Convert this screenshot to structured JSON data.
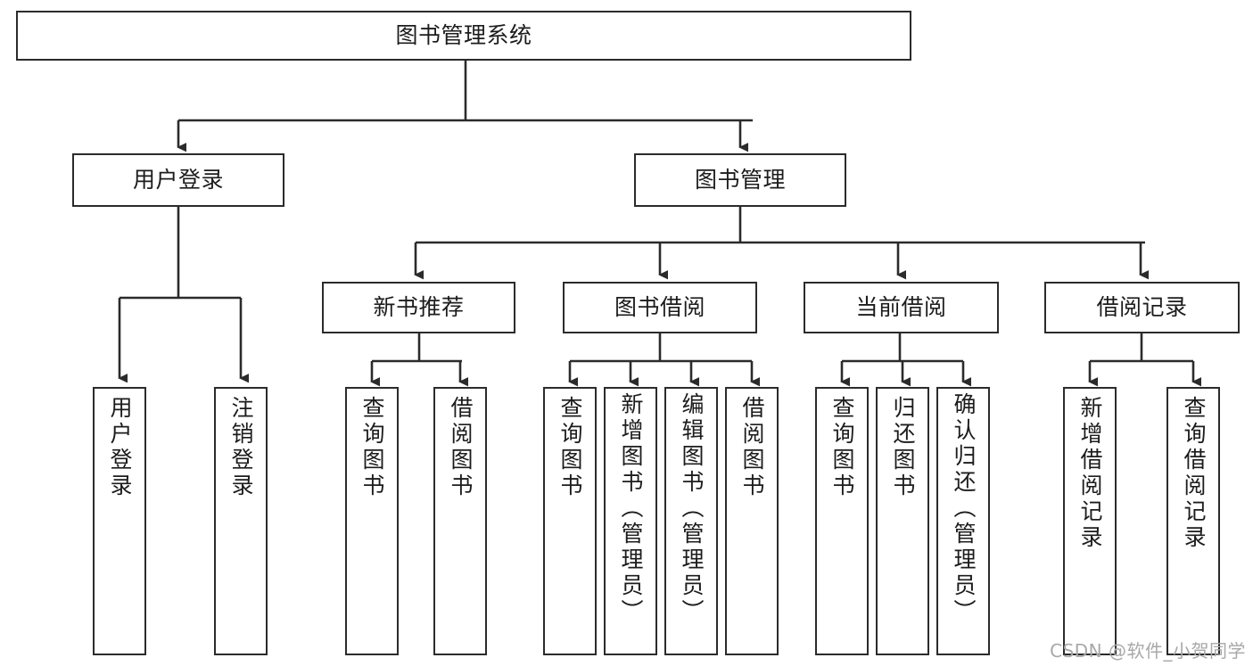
{
  "diagram": {
    "title": "图书管理系统",
    "type": "hierarchy-tree",
    "watermark": "CSDN @软件_小贺同学",
    "colors": {
      "box_border": "#2b2b2b",
      "box_fill": "#ffffff",
      "edge": "#2b2b2b",
      "text": "#1c1c1c",
      "watermark": "#a8a8a8",
      "background": "#ffffff"
    },
    "nodes": {
      "root": {
        "label": "图书管理系统",
        "orientation": "horizontal"
      },
      "level2": [
        {
          "label": "用户登录",
          "orientation": "horizontal"
        },
        {
          "label": "图书管理",
          "orientation": "horizontal"
        }
      ],
      "level3": [
        {
          "label": "新书推荐",
          "orientation": "horizontal"
        },
        {
          "label": "图书借阅",
          "orientation": "horizontal"
        },
        {
          "label": "当前借阅",
          "orientation": "horizontal"
        },
        {
          "label": "借阅记录",
          "orientation": "horizontal"
        }
      ],
      "leaves": {
        "user_login": [
          {
            "label": "用户登录",
            "orientation": "vertical"
          },
          {
            "label": "注销登录",
            "orientation": "vertical"
          }
        ],
        "new_book_recommend": [
          {
            "label": "查询图书",
            "orientation": "vertical"
          },
          {
            "label": "借阅图书",
            "orientation": "vertical"
          }
        ],
        "book_borrow": [
          {
            "label": "查询图书",
            "orientation": "vertical"
          },
          {
            "label": "新增图书（管理员）",
            "orientation": "vertical"
          },
          {
            "label": "编辑图书（管理员）",
            "orientation": "vertical"
          },
          {
            "label": "借阅图书",
            "orientation": "vertical"
          }
        ],
        "current_borrow": [
          {
            "label": "查询图书",
            "orientation": "vertical"
          },
          {
            "label": "归还图书",
            "orientation": "vertical"
          },
          {
            "label": "确认归还（管理员）",
            "orientation": "vertical"
          }
        ],
        "borrow_record": [
          {
            "label": "新增借阅记录",
            "orientation": "vertical"
          },
          {
            "label": "查询借阅记录",
            "orientation": "vertical"
          }
        ]
      }
    }
  }
}
